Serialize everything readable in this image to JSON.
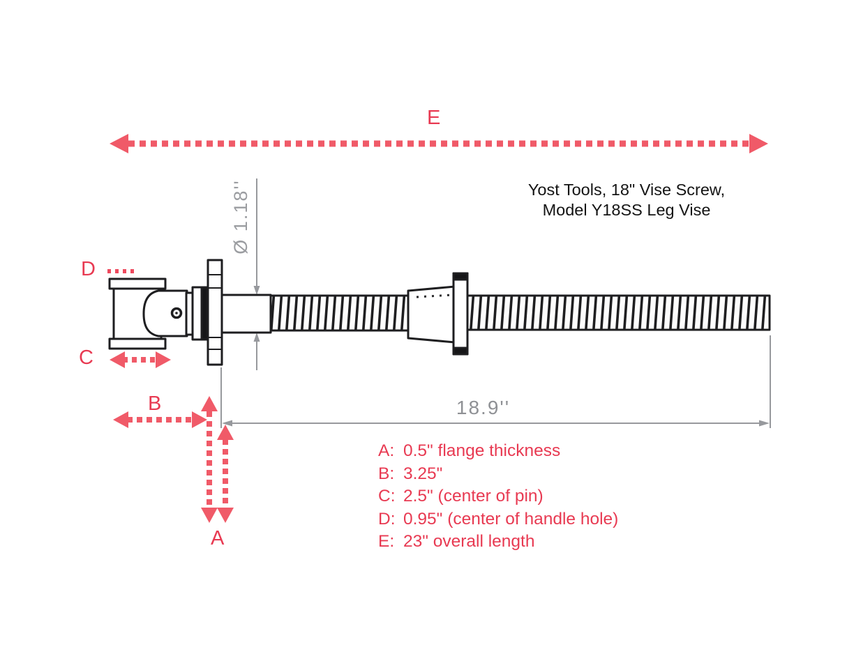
{
  "title": {
    "line1": "Yost Tools, 18\" Vise Screw,",
    "line2": "Model Y18SS Leg Vise"
  },
  "callouts": {
    "e": "E",
    "d": "D",
    "c": "C",
    "b": "B",
    "a": "A"
  },
  "dims": {
    "diameter": "Ø 1.18''",
    "shaft_length": "18.9''"
  },
  "legend": {
    "items": [
      {
        "key": "A:",
        "text": "0.5\" flange thickness"
      },
      {
        "key": "B:",
        "text": "3.25\""
      },
      {
        "key": "C:",
        "text": "2.5\" (center of pin)"
      },
      {
        "key": "D:",
        "text": "0.95\" (center of handle hole)"
      },
      {
        "key": "E:",
        "text": "23\" overall length"
      }
    ]
  },
  "colors": {
    "label_red": "#e83a52",
    "arrow_red": "#f05a68",
    "dim_gray": "#97999d",
    "ink": "#1e1e20"
  }
}
